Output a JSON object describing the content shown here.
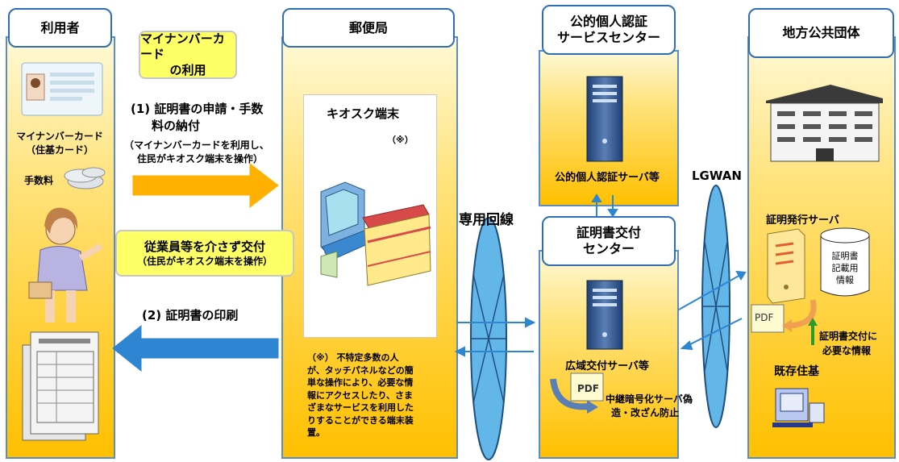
{
  "user": {
    "header": "利用者",
    "card_label": "マイナンバーカード",
    "card_sub": "（住基カード）",
    "fee_label": "手数料"
  },
  "post": {
    "header": "郵便局",
    "kiosk_title": "キオスク端末",
    "kiosk_mark": "（※）",
    "note_lines": [
      "（※） 不特定多数の人",
      "が、タッチパネルなどの簡",
      "単な操作により、必要な情",
      "報にアクセスしたり、さま",
      "ざまなサービスを利用した",
      "りすることができる端末装",
      "置。"
    ]
  },
  "mynumber_box": {
    "line1": "マイナンバーカード",
    "line2": "の利用"
  },
  "step1": {
    "line1": "(1) 証明書の申請・手数",
    "line2": "料の納付",
    "sub1": "（マイナンバーカードを利用し、",
    "sub2": "住民がキオスク端末を操作）"
  },
  "deliver_box": {
    "line1": "従業員等を介さず交付",
    "line2": "（住民がキオスク端末を操作）"
  },
  "step2": "(2) 証明書の印刷",
  "dedicated_line": "専用回線",
  "jpki": {
    "header_line1": "公的個人認証",
    "header_line2": "サービスセンター",
    "server": "公的個人認証サーバ等"
  },
  "issue_center": {
    "header_line1": "証明書交付",
    "header_line2": "センター",
    "server": "広域交付サーバ等",
    "relay_line1": "中継暗号化サーバ偽",
    "relay_line2": "造・改ざん防止"
  },
  "lgwan": "LGWAN",
  "local_gov": {
    "header": "地方公共団体",
    "issue_server": "証明発行サーバ",
    "db_line1": "証明書",
    "db_line2": "記載用",
    "db_line3": "情報",
    "pdf": "PDF",
    "info_line1": "証明書交付に",
    "info_line2": "必要な情報",
    "existing": "既存住基"
  },
  "pdf_label": "PDF",
  "colors": {
    "accent_blue": "#2f6eb5",
    "arrow_blue": "#2e86d3",
    "arrow_orange": "#ffb000",
    "yellow_box": "#ffff66",
    "column_bottom": "#ffc000"
  }
}
